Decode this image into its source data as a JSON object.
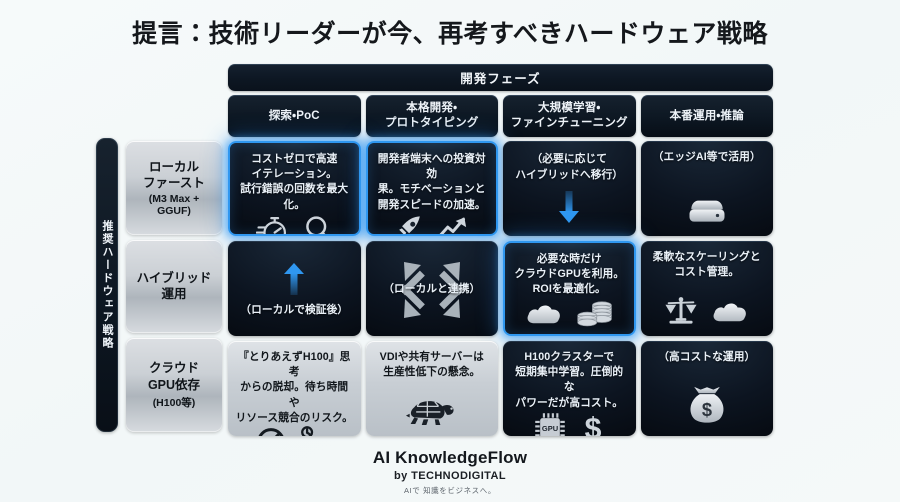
{
  "title": "提言：技術リーダーが今、再考すべきハードウェア戦略",
  "phase_banner": "開発フェーズ",
  "columns": [
    {
      "line1": "探索・PoC",
      "line2": ""
    },
    {
      "line1": "本格開発・",
      "line2": "プロトタイピング"
    },
    {
      "line1": "大規模学習・",
      "line2": "ファインチューニング"
    },
    {
      "line1": "本番運用・推論",
      "line2": ""
    }
  ],
  "strategy_axis_label": "推奨ハードウェア戦略",
  "rows": [
    {
      "main": "ローカル\nファースト",
      "main1": "ローカル",
      "main2": "ファースト",
      "sub": "(M3 Max + GGUF)"
    },
    {
      "main1": "ハイブリッド",
      "main2": "運用",
      "sub": ""
    },
    {
      "main1": "クラウド",
      "main2": "GPU依存",
      "sub": "(H100等)"
    }
  ],
  "cells": [
    {
      "id": "local-poc",
      "text": "コストゼロで高速\nイテレーション。\n試行錯誤の回数を最大化。",
      "icons": [
        "stopwatch-icon",
        "magnifier-icon"
      ],
      "theme": "dark",
      "highlight": true
    },
    {
      "id": "local-dev",
      "text": "開発者端末への投資対効\n果。モチベーションと\n開発スピードの加速。",
      "icons": [
        "rocket-icon",
        "trend-up-arrow-icon"
      ],
      "theme": "dark",
      "highlight": true
    },
    {
      "id": "local-training",
      "text": "（必要に応じて\nハイブリッドへ移行）",
      "icons": [
        "down-arrow-icon"
      ],
      "theme": "dark",
      "highlight": false
    },
    {
      "id": "local-production",
      "text": "（エッジAI等で活用）",
      "icons": [
        "server-icon"
      ],
      "theme": "dark",
      "highlight": false
    },
    {
      "id": "hybrid-poc",
      "text": "（ローカルで検証後）",
      "icons": [
        "up-arrow-icon"
      ],
      "theme": "dark",
      "highlight": false
    },
    {
      "id": "hybrid-dev",
      "text": "（ローカルと連携）",
      "icons": [
        "four-way-arrows-icon"
      ],
      "theme": "dark",
      "highlight": false
    },
    {
      "id": "hybrid-training",
      "text": "必要な時だけ\nクラウドGPUを利用。\nROIを最適化。",
      "icons": [
        "cloud-icon",
        "coins-icon"
      ],
      "theme": "dark",
      "highlight": true
    },
    {
      "id": "hybrid-production",
      "text": "柔軟なスケーリングと\nコスト管理。",
      "icons": [
        "scales-icon",
        "cloud-icon"
      ],
      "theme": "dark",
      "highlight": false
    },
    {
      "id": "cloud-poc",
      "text": "『とりあえずH100』思考\nからの脱却。待ち時間や\nリソース競合のリスク。",
      "icons": [
        "no-entry-icon",
        "wait-lock-icon"
      ],
      "theme": "light",
      "highlight": false
    },
    {
      "id": "cloud-dev",
      "text": "VDIや共有サーバーは\n生産性低下の懸念。",
      "icons": [
        "turtle-icon"
      ],
      "theme": "light",
      "highlight": false
    },
    {
      "id": "cloud-training",
      "text": "H100クラスターで\n短期集中学習。圧倒的な\nパワーだが高コスト。",
      "icons": [
        "gpu-chip-icon",
        "dollar-icon"
      ],
      "theme": "dark",
      "highlight": false
    },
    {
      "id": "cloud-production",
      "text": "（高コストな運用）",
      "icons": [
        "money-bag-icon"
      ],
      "theme": "dark",
      "highlight": false
    }
  ],
  "footer": {
    "brand": "AI KnowledgeFlow",
    "by": "by TECHNODIGITAL",
    "tagline": "AIで 知識をビジネスへ。"
  },
  "colors": {
    "accent": "#2f97f0",
    "dark_cell": "#0c1420",
    "light_cell": "#c8ced4",
    "background": "#f4f8f9"
  }
}
